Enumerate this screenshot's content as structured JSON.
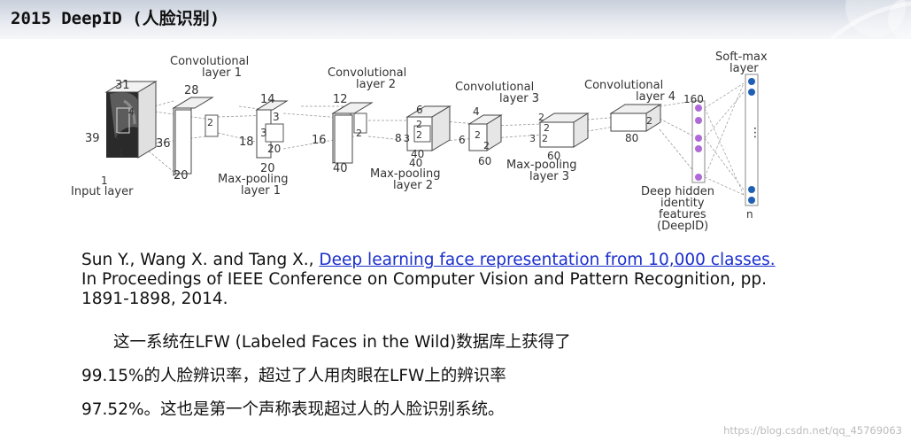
{
  "title": "2015 DeepID (人脸识别)",
  "diagram": {
    "input_layer": {
      "label": "Input layer",
      "height": "31",
      "width": "39",
      "depth": "1",
      "k1": "4",
      "k2": "4",
      "k3": "1"
    },
    "conv1": {
      "label1": "Convolutional",
      "label2": "layer 1",
      "h": "28",
      "w": "36",
      "d": "20",
      "kernel": "2"
    },
    "pool1": {
      "label1": "Max-pooling",
      "label2": "layer 1",
      "h": "14",
      "w": "18",
      "d": "20",
      "k1": "3",
      "k2": "3"
    },
    "conv2": {
      "label1": "Convolutional",
      "label2": "layer 2",
      "h": "12",
      "w": "16",
      "d": "40",
      "kernel": "2"
    },
    "pool2": {
      "label1": "Max-pooling",
      "label2": "layer 2",
      "h": "6",
      "w": "8",
      "d": "40",
      "d2": "40",
      "k1": "2",
      "k2": "2",
      "k3": "3"
    },
    "conv3": {
      "label1": "Convolutional",
      "label2": "layer 3",
      "h": "4",
      "w": "6",
      "d": "60",
      "k1": "2",
      "k2": "2"
    },
    "pool3": {
      "label1": "Max-pooling",
      "label2": "layer 3",
      "h": "2",
      "w": "3",
      "d": "60",
      "k1": "2",
      "k2": "2"
    },
    "conv4": {
      "label1": "Convolutional",
      "label2": "layer 4",
      "d": "80",
      "kernel": "2"
    },
    "deepid": {
      "label1": "Deep hidden",
      "label2": "identity",
      "label3": "features",
      "label4": "(DeepID)",
      "n": "160"
    },
    "softmax": {
      "label1": "Soft-max",
      "label2": "layer",
      "n": "n"
    }
  },
  "citation": {
    "authors": "Sun Y., Wang X. and Tang X., ",
    "link_text": "Deep learning face representation from 10,000 classes. ",
    "rest": "In Proceedings of IEEE Conference on Computer Vision and Pattern Recognition, pp. 1891-1898, 2014."
  },
  "body": {
    "line1": "这一系统在LFW (Labeled Faces in the Wild)数据库上获得了",
    "line2": "99.15%的人脸辨识率，超过了人用肉眼在LFW上的辨识率",
    "line3": "97.52%。这也是第一个声称表现超过人的人脸识别系统。"
  },
  "watermark": "https://blog.csdn.net/qq_45769063",
  "colors": {
    "title_bg": "#d4d9e2",
    "link": "#1a2fcc",
    "deepid_node": "#b06ad8",
    "softmax_node": "#1f5fb4"
  }
}
